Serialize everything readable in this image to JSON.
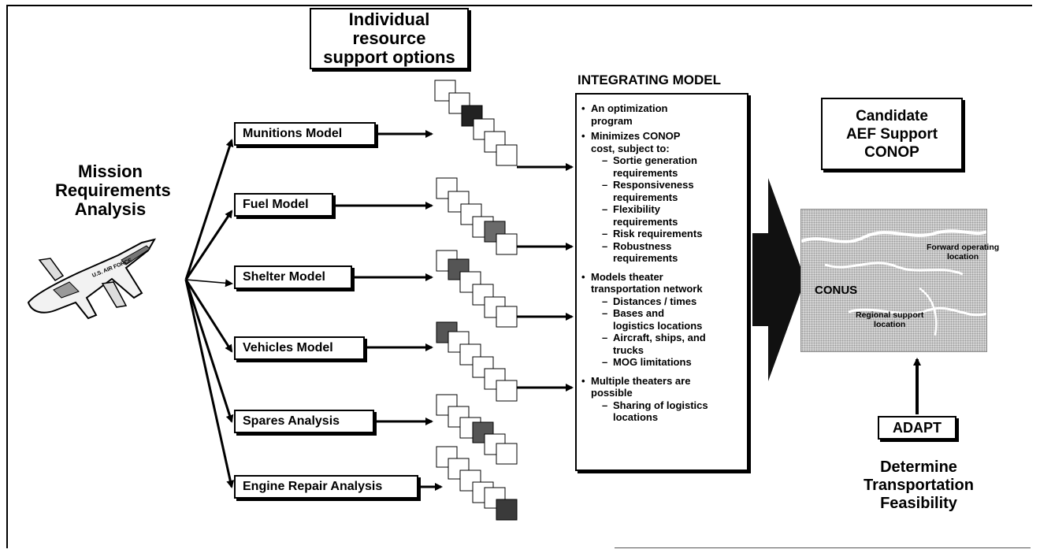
{
  "mission": {
    "line1": "Mission",
    "line2": "Requirements",
    "line3": "Analysis"
  },
  "resource": {
    "line1": "Individual",
    "line2": "resource",
    "line3": "support options"
  },
  "models": [
    {
      "label": "Munitions Model"
    },
    {
      "label": "Fuel Model"
    },
    {
      "label": "Shelter Model"
    },
    {
      "label": "Vehicles Model"
    },
    {
      "label": "Spares Analysis"
    },
    {
      "label": "Engine Repair Analysis"
    }
  ],
  "integrating_model": {
    "title": "INTEGRATING MODEL",
    "b1": {
      "l1": "An optimization",
      "l2": "program"
    },
    "b2": {
      "l1": "Minimizes CONOP",
      "l2": "cost, subject to:"
    },
    "b2_sub": [
      {
        "l1": "Sortie generation",
        "l2": "requirements"
      },
      {
        "l1": "Responsiveness",
        "l2": "requirements"
      },
      {
        "l1": "Flexibility",
        "l2": "requirements"
      },
      {
        "l1": "Risk requirements",
        "l2": ""
      },
      {
        "l1": "Robustness",
        "l2": "requirements"
      }
    ],
    "b3": {
      "l1": "Models theater",
      "l2": "transportation network"
    },
    "b3_sub": [
      {
        "l1": "Distances / times",
        "l2": ""
      },
      {
        "l1": "Bases and",
        "l2": "logistics locations"
      },
      {
        "l1": "Aircraft, ships, and",
        "l2": "trucks"
      },
      {
        "l1": "MOG limitations",
        "l2": ""
      }
    ],
    "b4": {
      "l1": "Multiple theaters are",
      "l2": "possible"
    },
    "b4_sub": [
      {
        "l1": "Sharing of logistics",
        "l2": "locations"
      }
    ]
  },
  "candidate": {
    "line1": "Candidate",
    "line2": "AEF Support",
    "line3": "CONOP"
  },
  "map": {
    "forward_l1": "Forward operating",
    "forward_l2": "location",
    "conus": "CONUS",
    "regional_l1": "Regional support",
    "regional_l2": "location"
  },
  "adapt": "ADAPT",
  "determine": {
    "line1": "Determine",
    "line2": "Transportation",
    "line3": "Feasibility"
  },
  "aircraft_marking": "U.S. AIR FORCE"
}
